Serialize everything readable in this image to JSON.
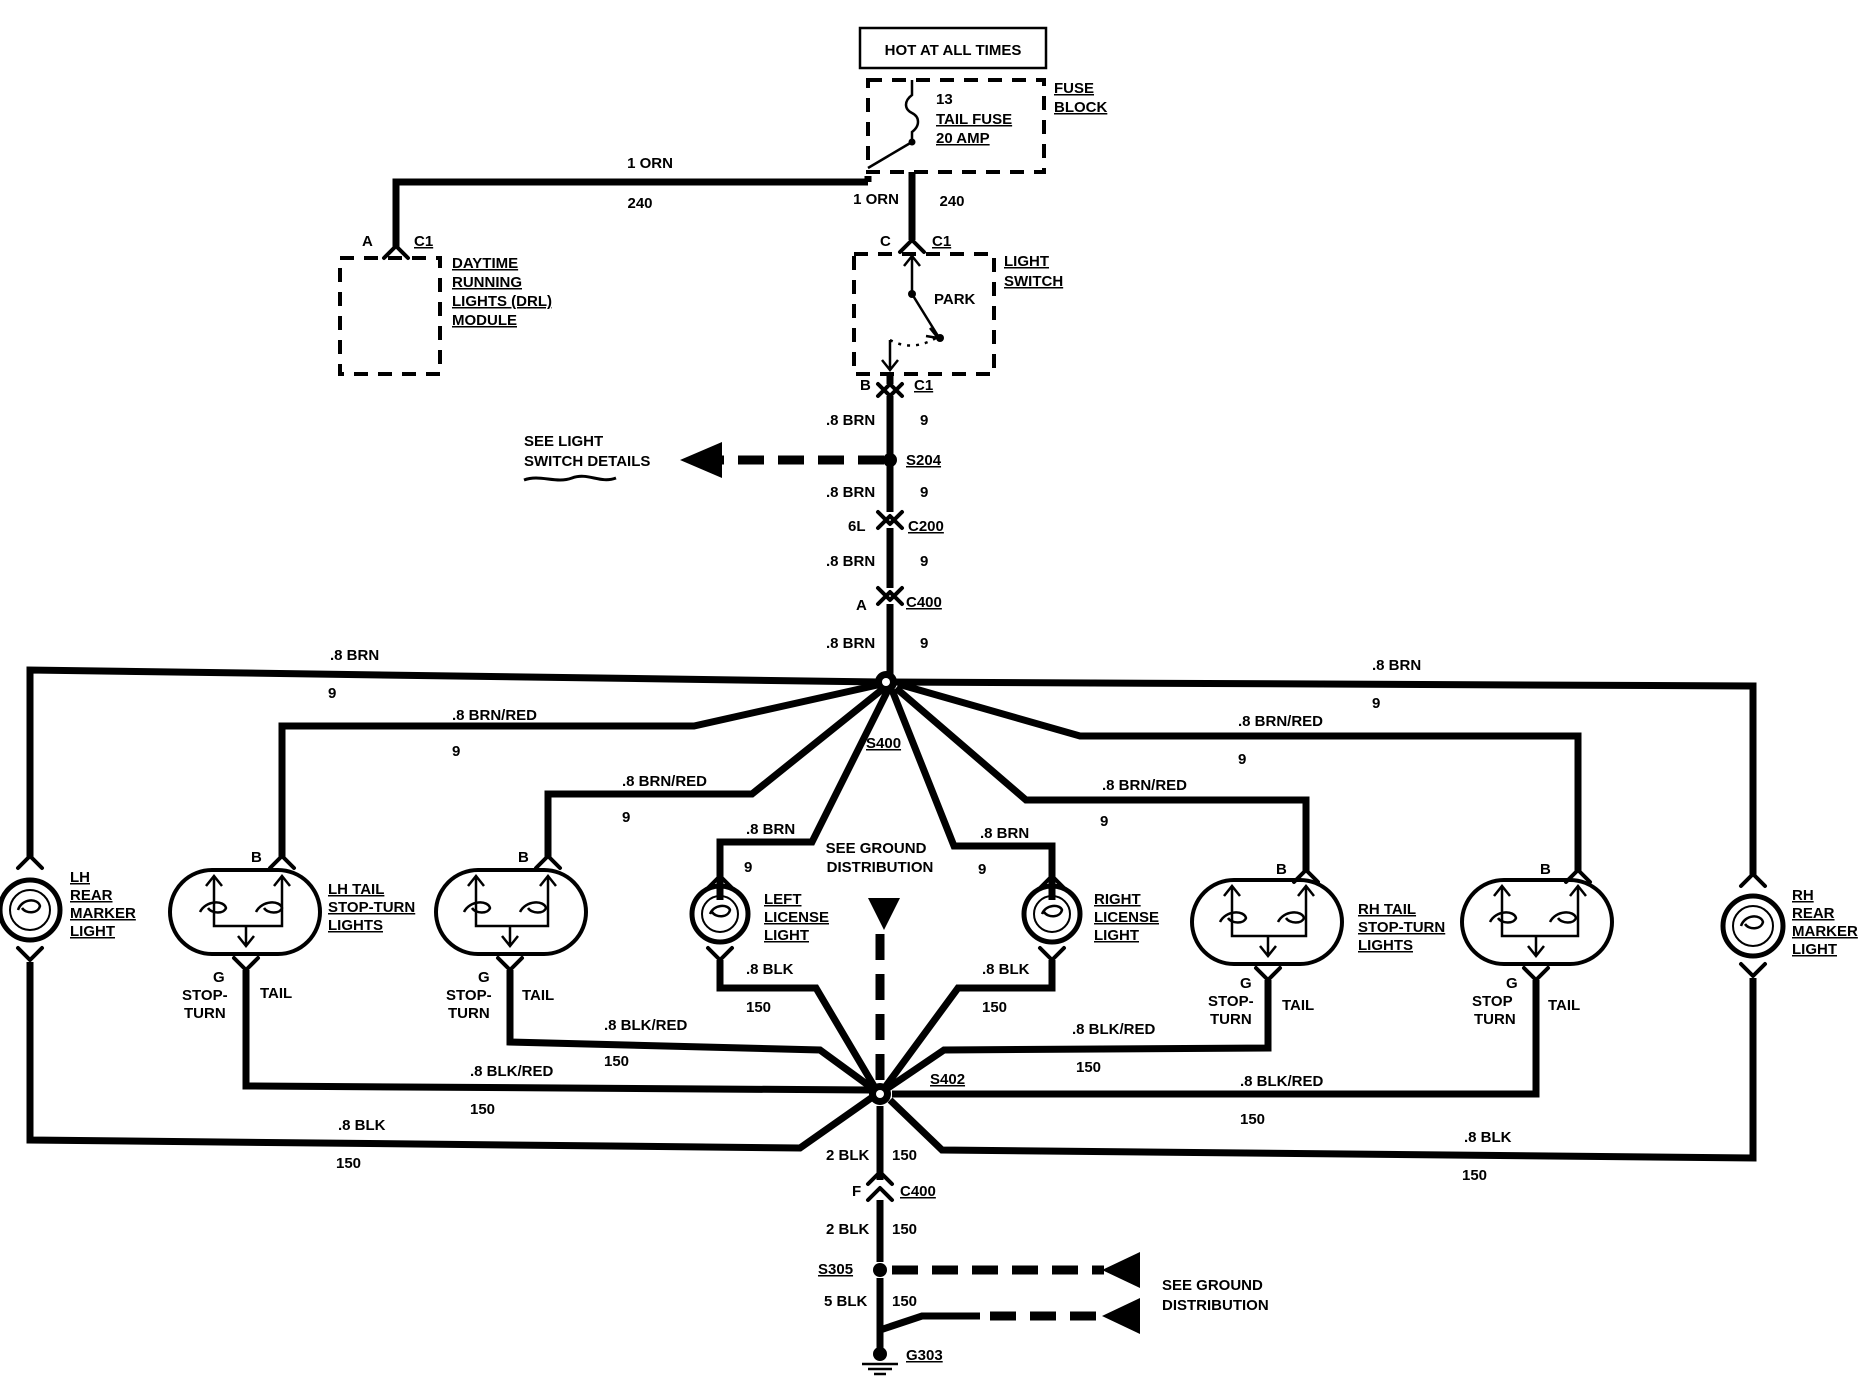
{
  "power": {
    "hot_label": "HOT AT ALL TIMES",
    "fuse_number": "13",
    "fuse_name": "TAIL FUSE",
    "fuse_rating": "20 AMP",
    "fuse_block_line1": "FUSE",
    "fuse_block_line2": "BLOCK"
  },
  "drl_wire": {
    "gauge": "1 ORN",
    "circuit": "240"
  },
  "switch_wire": {
    "gauge": "1 ORN",
    "circuit": "240"
  },
  "drl_module": {
    "pin": "A",
    "connector": "C1",
    "line1": "DAYTIME",
    "line2": "RUNNING",
    "line3": "LIGHTS (DRL)",
    "line4": "MODULE"
  },
  "light_switch": {
    "in_pin": "C",
    "in_connector": "C1",
    "line1": "LIGHT",
    "line2": "SWITCH",
    "position": "PARK",
    "out_pin": "B",
    "out_connector": "C1"
  },
  "trunk": {
    "seg1_gauge": ".8 BRN",
    "seg1_circuit": "9",
    "splice1": "S204",
    "see_details_line1": "SEE LIGHT",
    "see_details_line2": "SWITCH DETAILS",
    "seg2_gauge": ".8 BRN",
    "seg2_circuit": "9",
    "c200_pin": "6L",
    "c200": "C200",
    "seg3_gauge": ".8 BRN",
    "seg3_circuit": "9",
    "c400_pin": "A",
    "c400": "C400",
    "seg4_gauge": ".8 BRN",
    "seg4_circuit": "9",
    "splice2": "S400"
  },
  "feed_wires": {
    "lh_marker_gauge": ".8 BRN",
    "lh_marker_circuit": "9",
    "lh_tail1_gauge": ".8 BRN/RED",
    "lh_tail1_circuit": "9",
    "lh_tail2_gauge": ".8 BRN/RED",
    "lh_tail2_circuit": "9",
    "left_license_gauge": ".8 BRN",
    "left_license_circuit": "9",
    "right_license_gauge": ".8 BRN",
    "right_license_circuit": "9",
    "rh_tail2_gauge": ".8 BRN/RED",
    "rh_tail2_circuit": "9",
    "rh_tail1_gauge": ".8 BRN/RED",
    "rh_tail1_circuit": "9",
    "rh_marker_gauge": ".8 BRN",
    "rh_marker_circuit": "9"
  },
  "lamps": {
    "lh_marker": [
      "LH",
      "REAR",
      "MARKER",
      "LIGHT"
    ],
    "lh_tail": [
      "LH TAIL",
      "STOP-TURN",
      "LIGHTS"
    ],
    "left_license": [
      "LEFT",
      "LICENSE",
      "LIGHT"
    ],
    "right_license": [
      "RIGHT",
      "LICENSE",
      "LIGHT"
    ],
    "rh_tail": [
      "RH TAIL",
      "STOP-TURN",
      "LIGHTS"
    ],
    "rh_marker": [
      "RH",
      "REAR",
      "MARKER",
      "LIGHT"
    ],
    "pin_b": "B",
    "pin_g": "G",
    "tail": "TAIL",
    "stop_turn_hyphen_1": "STOP-",
    "stop_turn_plain_1": "STOP",
    "stop_turn_2": "TURN"
  },
  "ground_wires": {
    "lh_marker_gauge": ".8 BLK",
    "lh_marker_circuit": "150",
    "lh_tail1_gauge": ".8 BLK/RED",
    "lh_tail1_circuit": "150",
    "lh_tail2_gauge": ".8 BLK/RED",
    "lh_tail2_circuit": "150",
    "left_license_gauge": ".8 BLK",
    "left_license_circuit": "150",
    "right_license_gauge": ".8 BLK",
    "right_license_circuit": "150",
    "rh_tail2_gauge": ".8 BLK/RED",
    "rh_tail2_circuit": "150",
    "rh_tail1_gauge": ".8 BLK/RED",
    "rh_tail1_circuit": "150",
    "rh_marker_gauge": ".8 BLK",
    "rh_marker_circuit": "150"
  },
  "ground": {
    "see_ground_1_line1": "SEE GROUND",
    "see_ground_1_line2": "DISTRIBUTION",
    "splice": "S402",
    "seg1_gauge": "2 BLK",
    "seg1_circuit": "150",
    "c400_pin": "F",
    "c400": "C400",
    "seg2_gauge": "2 BLK",
    "seg2_circuit": "150",
    "splice2": "S305",
    "see_ground_2_line1": "SEE GROUND",
    "see_ground_2_line2": "DISTRIBUTION",
    "seg3_gauge": "5 BLK",
    "seg3_circuit": "150",
    "ground_point": "G303"
  }
}
